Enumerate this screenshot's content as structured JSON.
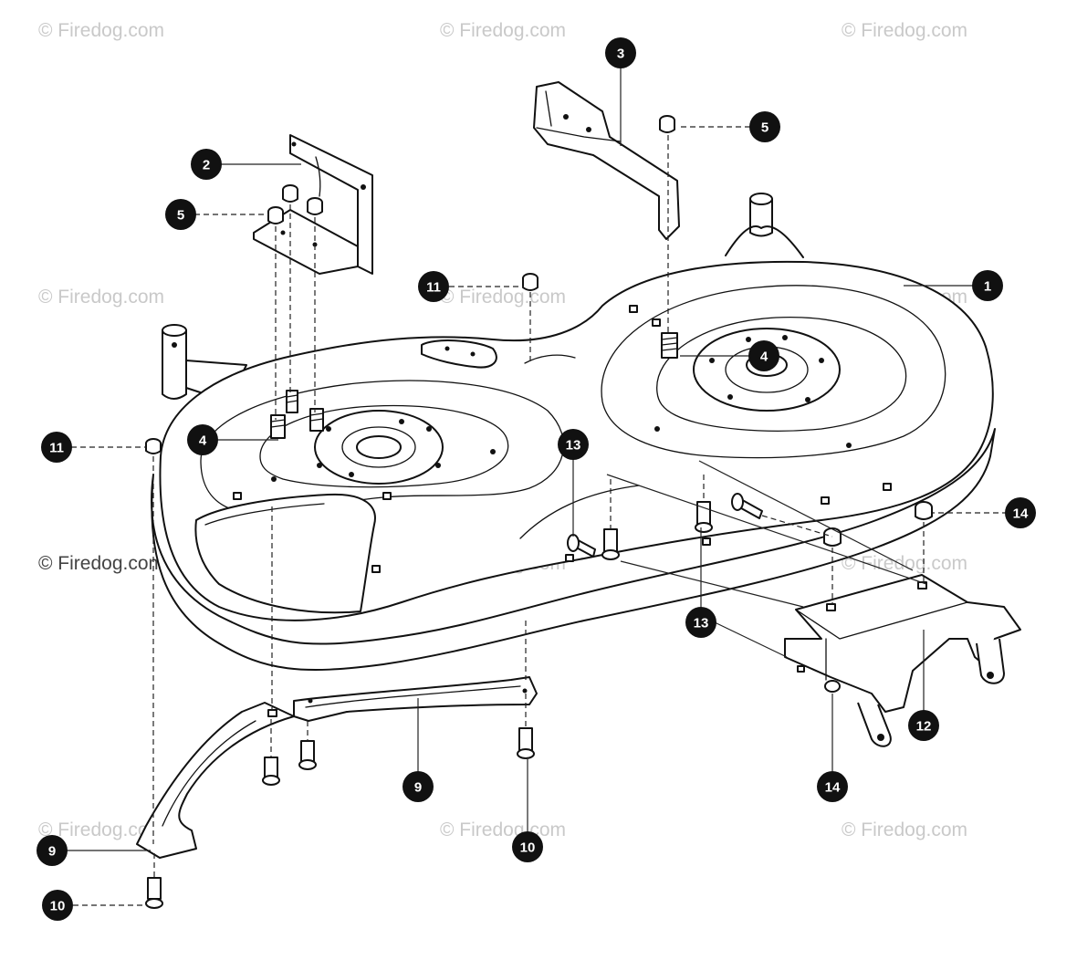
{
  "watermark_text": "© Firedog.com",
  "callouts": [
    {
      "label": "1"
    },
    {
      "label": "2"
    },
    {
      "label": "3"
    },
    {
      "label": "4"
    },
    {
      "label": "4"
    },
    {
      "label": "5"
    },
    {
      "label": "5"
    },
    {
      "label": "9"
    },
    {
      "label": "9"
    },
    {
      "label": "10"
    },
    {
      "label": "10"
    },
    {
      "label": "11"
    },
    {
      "label": "11"
    },
    {
      "label": "12"
    },
    {
      "label": "13"
    },
    {
      "label": "13"
    },
    {
      "label": "14"
    },
    {
      "label": "14"
    }
  ]
}
